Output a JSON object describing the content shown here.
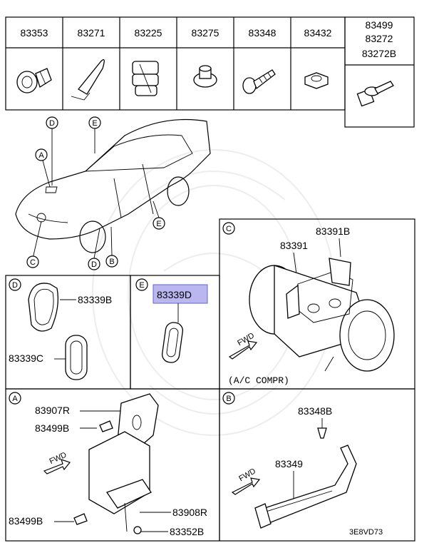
{
  "header_parts": [
    "83353",
    "83271",
    "83225",
    "83275",
    "83348",
    "83432"
  ],
  "header_last": [
    "83499",
    "83272",
    "83272B"
  ],
  "car_callouts": {
    "d_top": "D",
    "e_top": "E",
    "a": "A",
    "c": "C",
    "d_bottom": "D",
    "b": "B",
    "e_right": "E"
  },
  "panel_c": {
    "letter": "C",
    "part_a": "83391B",
    "part_b": "83391",
    "fwd": "FWD",
    "caption": "(A/C COMPR)"
  },
  "panel_d": {
    "letter": "D",
    "part_a": "83339B",
    "part_b": "83339C"
  },
  "panel_e": {
    "letter": "E",
    "part": "83339D"
  },
  "panel_a": {
    "letter": "A",
    "part_a": "83907R",
    "part_b": "83499B",
    "part_c": "83499B",
    "part_d": "83908R",
    "part_e": "83352B",
    "fwd": "FWD"
  },
  "panel_b": {
    "letter": "B",
    "part_a": "83348B",
    "part_b": "83349",
    "fwd": "FWD"
  },
  "diagram_code": "3E8VD73",
  "colors": {
    "highlight": "#b9b6f0",
    "line": "#000000"
  }
}
